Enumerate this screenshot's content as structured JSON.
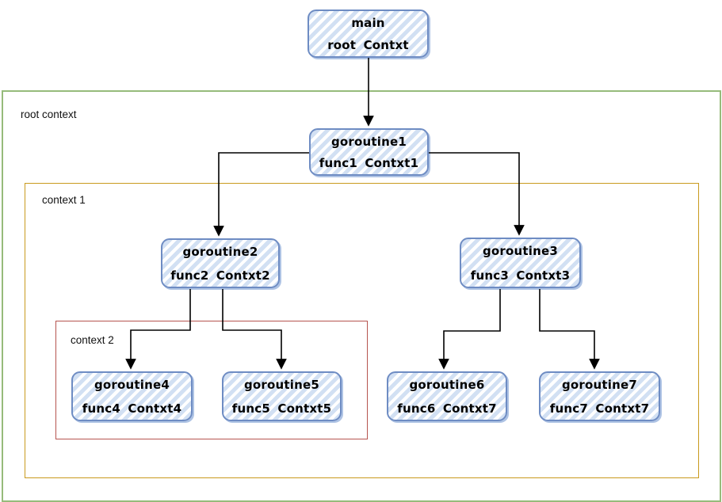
{
  "contexts": [
    {
      "label": "root context",
      "border_color": "#96bb7b"
    },
    {
      "label": "context 1",
      "border_color": "#c99a1e"
    },
    {
      "label": "context 2",
      "border_color": "#b6544f"
    }
  ],
  "nodes": [
    {
      "title": "main",
      "subtitle": "root Contxt"
    },
    {
      "title": "goroutine1",
      "subtitle": "func1 Contxt1"
    },
    {
      "title": "goroutine2",
      "subtitle": "func2 Contxt2"
    },
    {
      "title": "goroutine3",
      "subtitle": "func3 Contxt3"
    },
    {
      "title": "goroutine4",
      "subtitle": "func4 Contxt4"
    },
    {
      "title": "goroutine5",
      "subtitle": "func5 Contxt5"
    },
    {
      "title": "goroutine6",
      "subtitle": "func6 Contxt7"
    },
    {
      "title": "goroutine7",
      "subtitle": "func7 Contxt7"
    }
  ],
  "colors": {
    "node_border": "#6e8cc3",
    "node_fill_stripe": "#d2e0f3",
    "node_shadow": "#aec3e4",
    "arrow": "#000000",
    "text": "#000000"
  }
}
